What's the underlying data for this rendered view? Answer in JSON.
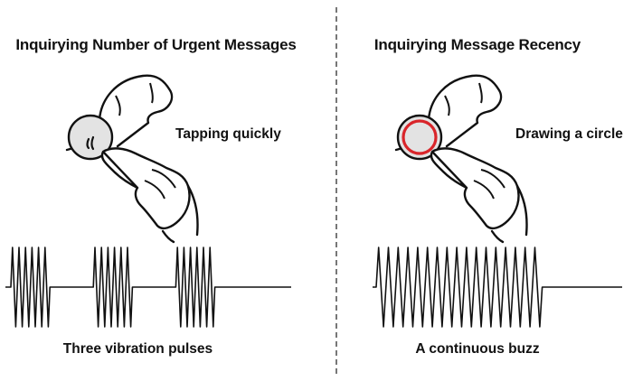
{
  "left_panel": {
    "title": "Inquirying Number of Urgent Messages",
    "gesture_label": "Tapping quickly",
    "caption": "Three vibration pulses",
    "waveform": {
      "pattern": "three-pulses",
      "pulses": 3,
      "cycles_per_pulse": 6
    }
  },
  "right_panel": {
    "title": "Inquirying Message Recency",
    "gesture_label": "Drawing a circle",
    "caption": "A continuous buzz",
    "waveform": {
      "pattern": "continuous",
      "cycles": 17
    }
  },
  "colors": {
    "ink": "#111111",
    "watch_face": "#e3e3e3",
    "circle_stroke": "#d9252a",
    "divider": "#777777"
  },
  "icons": [
    "hand-tapping-watch-icon",
    "hand-circling-watch-icon",
    "tap-motion-icon",
    "circle-gesture-icon"
  ]
}
